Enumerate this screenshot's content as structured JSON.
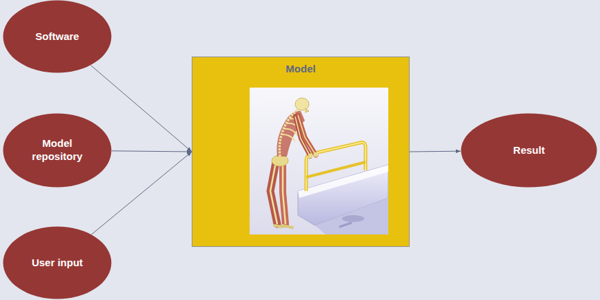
{
  "diagram": {
    "nodes": [
      {
        "text": [
          "Software"
        ]
      },
      {
        "text": [
          "Model repository"
        ]
      },
      {
        "text": [
          "User input"
        ]
      },
      {
        "text": [
          "Model"
        ]
      },
      {
        "text": [
          "Result"
        ]
      }
    ],
    "edges": [
      {
        "from": 0,
        "to": 3,
        "arrow": "to"
      },
      {
        "from": 1,
        "to": 3,
        "arrow": "to"
      },
      {
        "from": 2,
        "to": 3,
        "arrow": "to"
      },
      {
        "from": 3,
        "to": 4,
        "arrow": "to"
      }
    ]
  }
}
